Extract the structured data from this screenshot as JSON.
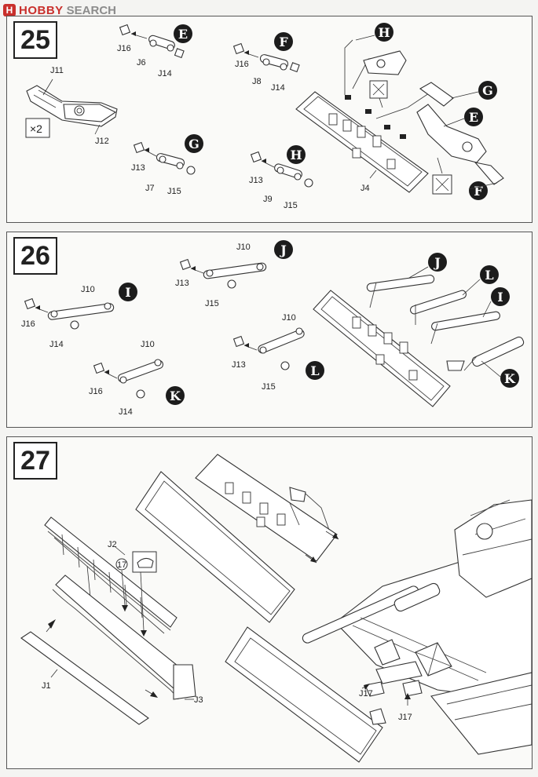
{
  "watermark": {
    "logo_glyph": "H",
    "brand_hobby": "HOBBY",
    "brand_search": "SEARCH"
  },
  "steps": [
    {
      "number": "25",
      "multiplier": "×2",
      "labels": {
        "j16a": "J16",
        "j6": "J6",
        "j14a": "J14",
        "j16b": "J16",
        "j8": "J8",
        "j14b": "J14",
        "j11": "J11",
        "j12": "J12",
        "j13a": "J13",
        "j7": "J7",
        "j15a": "J15",
        "j13b": "J13",
        "j9": "J9",
        "j15b": "J15",
        "j4": "J4"
      },
      "badges": {
        "e1": "E",
        "f1": "F",
        "g1": "G",
        "h1": "H",
        "h2": "H",
        "g2": "G",
        "e2": "E",
        "f2": "F"
      }
    },
    {
      "number": "26",
      "labels": {
        "j10a": "J10",
        "j13a": "J13",
        "j15a": "J15",
        "j10b": "J10",
        "j16a": "J16",
        "j14a": "J14",
        "j10c": "J10",
        "j16b": "J16",
        "j14b": "J14",
        "j10d": "J10",
        "j13b": "J13",
        "j15b": "J15"
      },
      "badges": {
        "j1": "J",
        "i1": "I",
        "k1": "K",
        "l1": "L",
        "j2": "J",
        "l2": "L",
        "i2": "I",
        "k2": "K"
      }
    },
    {
      "number": "27",
      "callout_number": "17",
      "labels": {
        "j2": "J2",
        "j1": "J1",
        "j3": "J3",
        "j17a": "J17",
        "j17b": "J17"
      }
    }
  ],
  "colors": {
    "ink": "#222222",
    "paper": "#f4f4f2",
    "badge": "#1c1c1c",
    "watermark_red": "#c9302c"
  }
}
